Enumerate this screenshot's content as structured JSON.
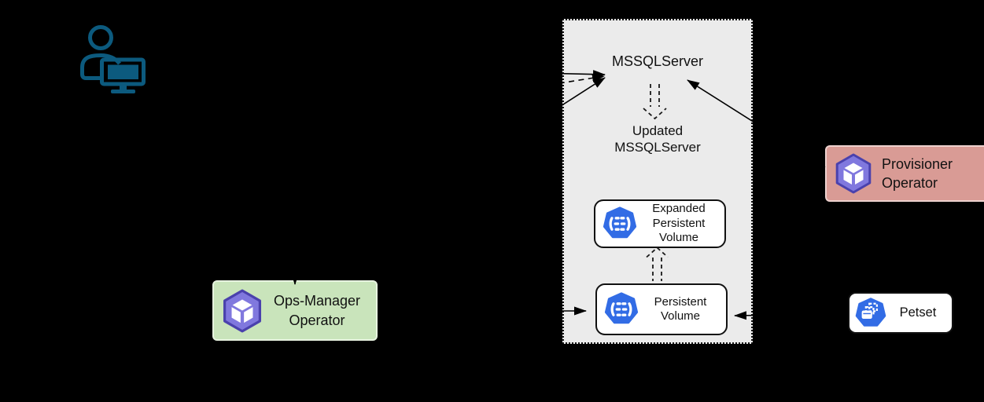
{
  "diagram": {
    "nodes": {
      "mssqlserver": {
        "label": "MSSQLServer"
      },
      "updated_mssqlserver": {
        "lines": [
          "Updated",
          "MSSQLServer"
        ]
      },
      "expanded_persistent_volume": {
        "lines": [
          "Expanded",
          "Persistent",
          "Volume"
        ],
        "icon": "persistent-volume-icon"
      },
      "persistent_volume": {
        "lines": [
          "Persistent",
          "Volume"
        ],
        "icon": "persistent-volume-icon"
      },
      "ops_manager_operator": {
        "lines": [
          "Ops-Manager",
          "Operator"
        ],
        "icon": "operator-cube-icon",
        "fill": "#c9e4bb"
      },
      "provisioner_operator": {
        "lines": [
          "Provisioner",
          "Operator"
        ],
        "icon": "operator-cube-icon",
        "fill": "#d99b95"
      },
      "petset": {
        "label": "Petset",
        "icon": "petset-icon"
      },
      "user": {
        "icon": "person-at-computer-icon",
        "color": "#0c5a7e"
      }
    },
    "palette": {
      "background": "#000000",
      "panel_fill": "#ebebeb",
      "panel_border": "#141414",
      "kubernetes_blue": "#326ce5",
      "operator_purple": "#8078de",
      "operator_purple_dark": "#4a41ad",
      "green_fill": "#c9e4bb",
      "salmon_fill": "#d99b95",
      "line_color": "#000000",
      "text_color": "#111111"
    }
  }
}
